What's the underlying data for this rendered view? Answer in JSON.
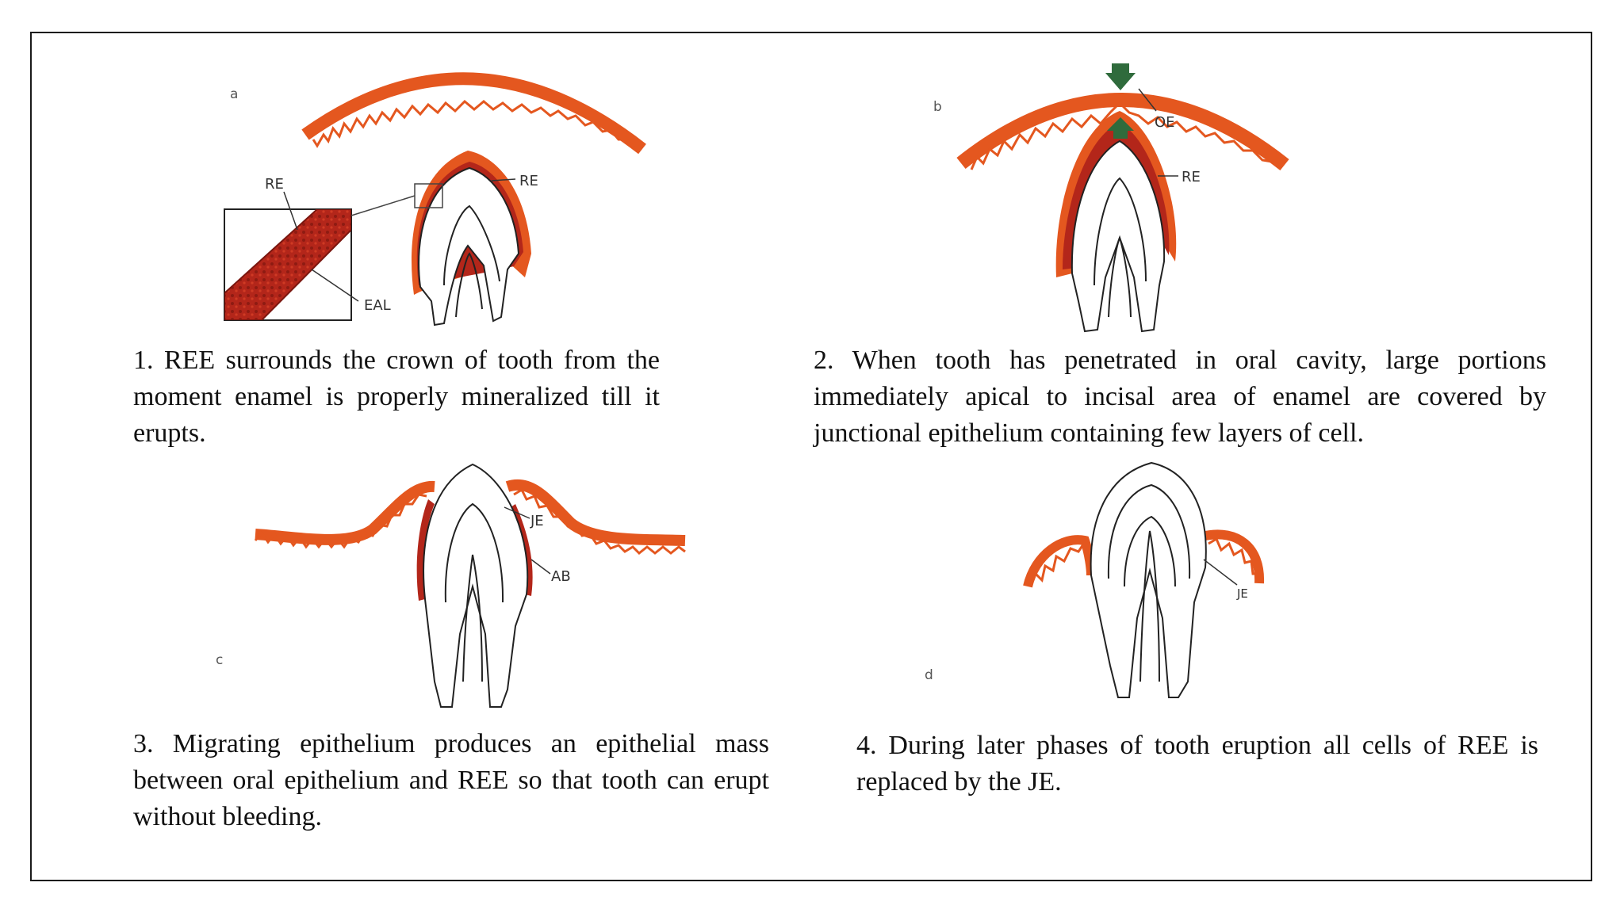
{
  "panels": [
    {
      "id": "a",
      "labels": {
        "re_box": "RE",
        "re_tooth": "RE",
        "eal": "EAL"
      }
    },
    {
      "id": "b",
      "labels": {
        "oe": "OE",
        "re": "RE"
      }
    },
    {
      "id": "c",
      "labels": {
        "je": "JE",
        "ab": "AB"
      }
    },
    {
      "id": "d",
      "labels": {
        "je": "JE"
      }
    }
  ],
  "captions": [
    "1. REE surrounds the crown of tooth from the moment enamel is properly mineralized till it erupts.",
    "2. When tooth has penetrated in oral cavity, large portions immediately apical to incisal area of enamel are covered by junctional epithelium containing few layers of cell.",
    "3. Migrating epithelium produces an epithelial  mass between oral epithelium and REE so that tooth can erupt without bleeding.",
    "4. During later phases of tooth eruption all cells of REE is replaced by the JE."
  ],
  "colors": {
    "epithelium": "#e4571f",
    "ree_dark": "#b3261a",
    "arrow": "#2f6b3c",
    "border": "#1a1a1a"
  }
}
